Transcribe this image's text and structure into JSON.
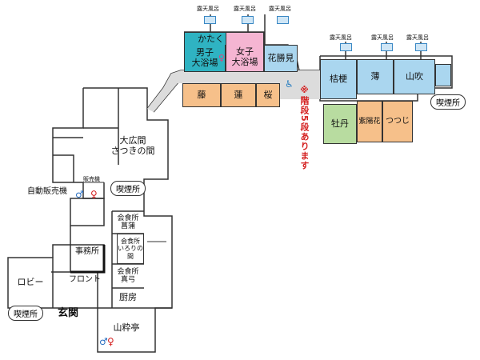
{
  "rooms": {
    "kataguri": "かたくりの湯",
    "otoko": "男子\n大浴場",
    "onna": "女子\n大浴場",
    "hanashomi": "花勝見",
    "kikyo": "桔梗",
    "susuki": "薄",
    "yamabuki": "山吹",
    "fuji": "藤",
    "hasu": "蓮",
    "sakura": "桜",
    "botan": "牡丹",
    "ajisai": "紫陽花",
    "tsutsuji": "つつじ",
    "ohiroma": "大広間\nさつきの間",
    "ayame": "会食所\n菖蒲",
    "irori": "会食所\nいろりの間",
    "mayumi": "会食所\n真弓",
    "chubo": "厨房",
    "sanshotei": "山粋亭",
    "jimusho": "事務所",
    "lobby": "ロビー"
  },
  "labels": {
    "roten": "露天風呂",
    "note": "※階段5段あります",
    "smoking": "喫煙所",
    "vending": "自動販売機",
    "hansokuki": "販売機",
    "front": "フロント",
    "genkan": "玄関"
  },
  "colors": {
    "bath_teal": "#2fb3c2",
    "bath_pink": "#f5b5d2",
    "guest_blue": "#aad6ef",
    "guest_orange": "#f6c08a",
    "guest_green": "#b8dca0",
    "corridor": "#dcdcdc",
    "note_red": "#d42020"
  },
  "icons": [
    "restroom-icon",
    "wheelchair-icon",
    "onsen-icon"
  ]
}
